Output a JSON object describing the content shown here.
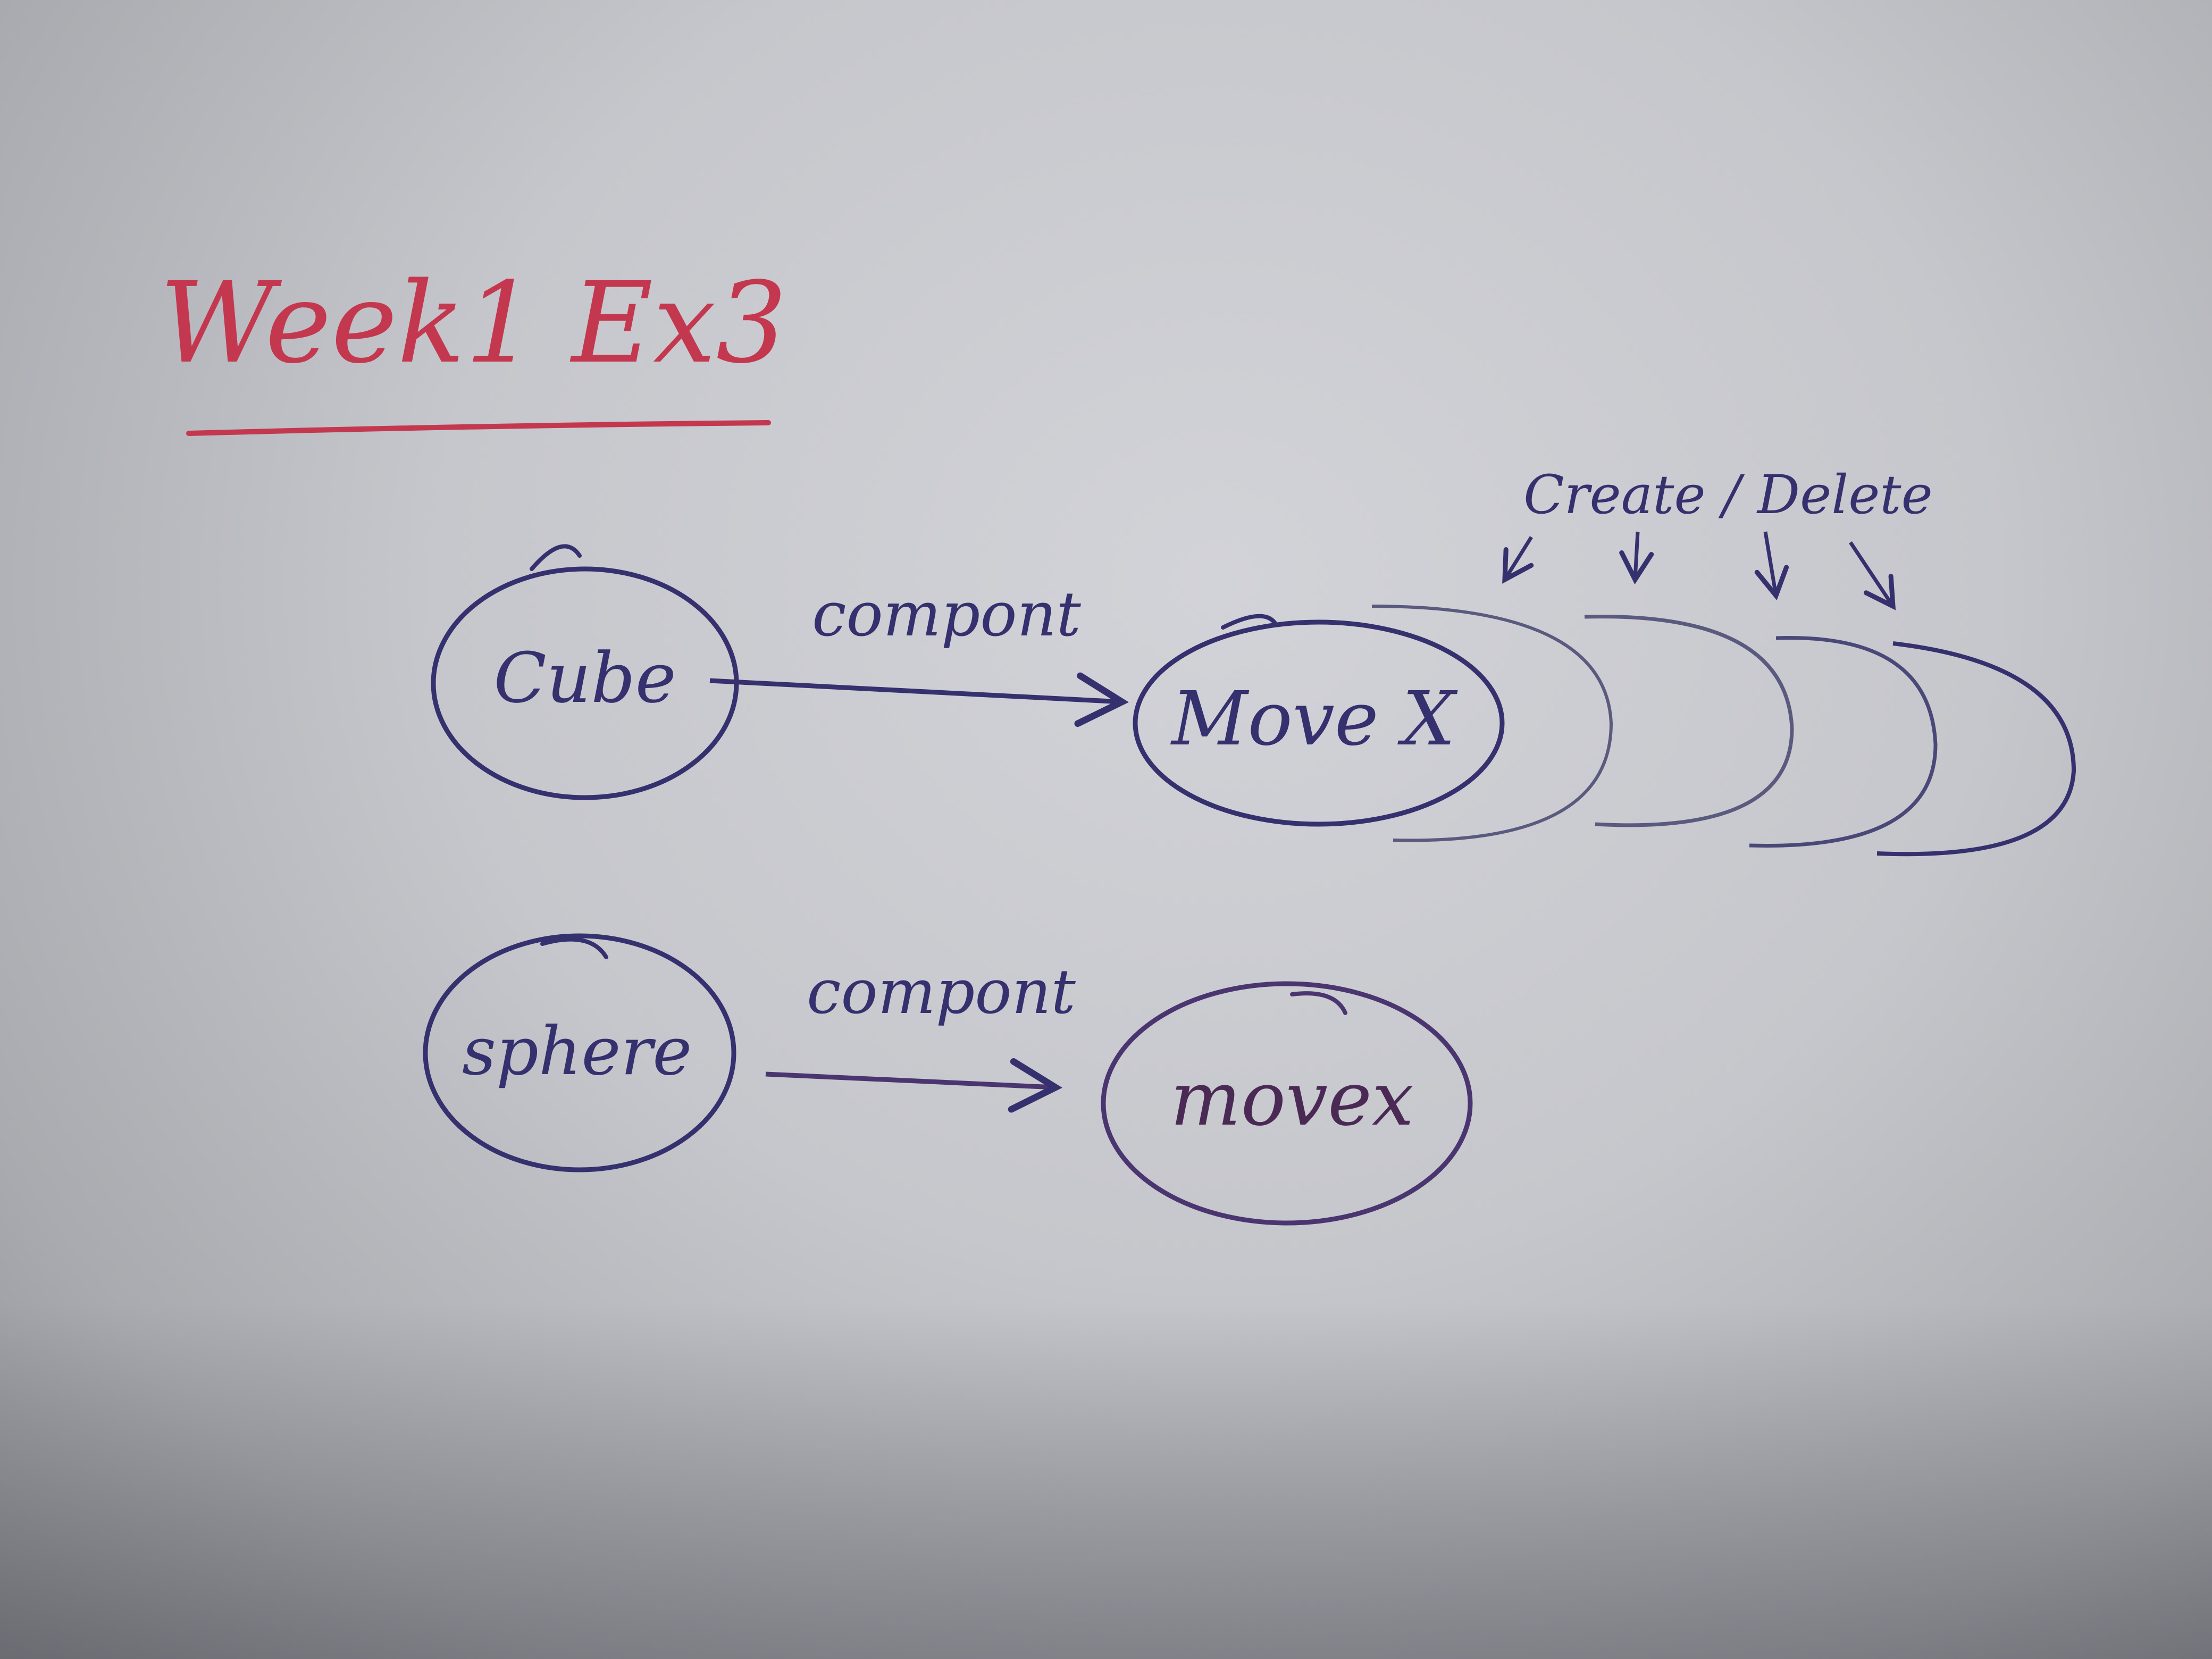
{
  "title": "Week1 Ex3",
  "top_row": {
    "source_node": "Cube",
    "edge_label": "compont",
    "target_node": "Move X",
    "annotation": "Create / Delete"
  },
  "bottom_row": {
    "source_node": "sphere",
    "edge_label": "compont",
    "target_node": "movex"
  },
  "colors": {
    "title_ink": "#c4384f",
    "node_ink": "#35306e",
    "ghost_ink": "#5a5a7e",
    "paper": "#cdced3"
  }
}
